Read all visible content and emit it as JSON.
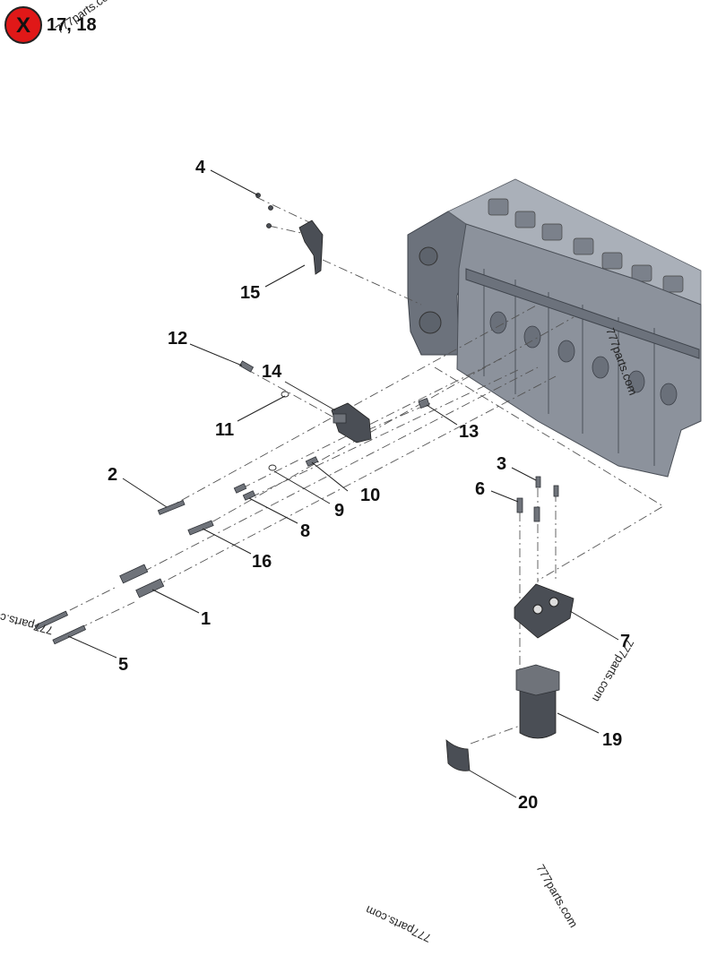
{
  "header": {
    "badge_glyph": "X",
    "badge_color": "#e01818",
    "text": "17, 18"
  },
  "callouts": [
    {
      "id": "1",
      "label": "1"
    },
    {
      "id": "2",
      "label": "2"
    },
    {
      "id": "3",
      "label": "3"
    },
    {
      "id": "4",
      "label": "4"
    },
    {
      "id": "5",
      "label": "5"
    },
    {
      "id": "6",
      "label": "6"
    },
    {
      "id": "7",
      "label": "7"
    },
    {
      "id": "8",
      "label": "8"
    },
    {
      "id": "9",
      "label": "9"
    },
    {
      "id": "10",
      "label": "10"
    },
    {
      "id": "11",
      "label": "11"
    },
    {
      "id": "12",
      "label": "12"
    },
    {
      "id": "13",
      "label": "13"
    },
    {
      "id": "14",
      "label": "14"
    },
    {
      "id": "15",
      "label": "15"
    },
    {
      "id": "16",
      "label": "16"
    },
    {
      "id": "19",
      "label": "19"
    },
    {
      "id": "20",
      "label": "20"
    }
  ],
  "watermarks": [
    "777parts.com",
    "777parts.com",
    "777parts.com",
    "777parts.com",
    "777parts.com"
  ]
}
